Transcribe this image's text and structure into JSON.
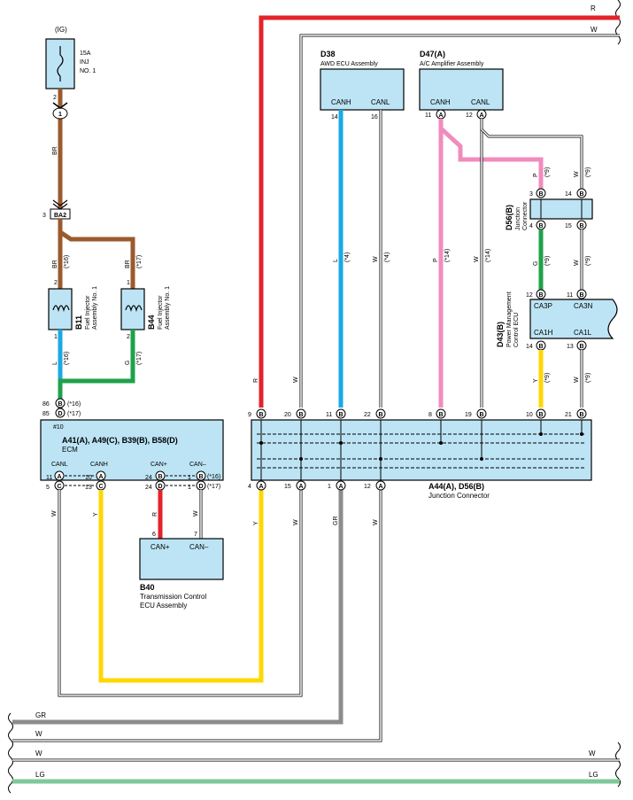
{
  "fuse": {
    "source": "(IG)",
    "rating": "15A",
    "name1": "INJ",
    "name2": "NO. 1",
    "pin": "2"
  },
  "labels": {
    "pin_1": "1",
    "pin_2": "2",
    "pin_3": "3",
    "pin_4": "4",
    "ba2": "BA2",
    "ba2_pin": "3",
    "a": "A",
    "b": "B",
    "c": "C",
    "d": "D"
  },
  "wires": {
    "br": "BR",
    "l": "L",
    "g": "G",
    "w": "W",
    "y": "Y",
    "r": "R",
    "p": "P",
    "gr": "GR",
    "lg": "LG",
    "br_sub_16": "(*16)",
    "br_sub_17": "(*17)",
    "sub_4": "(*4)",
    "sub_9": "(*9)",
    "sub_14": "(*14)"
  },
  "injectors": [
    {
      "id": "B11",
      "name1": "Fuel Injector",
      "name2": "Assembly No. 1"
    },
    {
      "id": "B44",
      "name1": "Fuel Injector",
      "name2": "Assembly No. 1"
    }
  ],
  "ecm": {
    "ref": "#10",
    "connectors": "A41(A), A49(C), B39(B), B58(D)",
    "name": "ECM",
    "pin86": "86",
    "pin85": "85",
    "pins": {
      "canl": "CANL",
      "canh": "CANH",
      "canp": "CAN+",
      "canm": "CAN–"
    },
    "p11": "11",
    "p5": "5",
    "p10": "10",
    "p13": "13",
    "p24": "24"
  },
  "tcm": {
    "id": "B40",
    "name1": "Transmission Control",
    "name2": "ECU Assembly",
    "canp": "CAN+",
    "canm": "CAN–",
    "pin6": "6",
    "pin7": "7"
  },
  "awd": {
    "id": "D38",
    "name": "AWD ECU Assembly",
    "canh": "CANH",
    "canl": "CANL",
    "pin14": "14",
    "pin16": "16"
  },
  "ac": {
    "id": "D47(A)",
    "name": "A/C Amplifier Assembly",
    "canh": "CANH",
    "canl": "CANL",
    "pin11": "11",
    "pin12": "12"
  },
  "jcs": {
    "id": "D56(B)",
    "name1": "Junction",
    "name2": "Connector",
    "pin14": "14",
    "pin15": "15"
  },
  "pm": {
    "id": "D43(B)",
    "name1": "Power Management",
    "name2": "Control ECU",
    "ca3p": "CA3P",
    "ca3n": "CA3N",
    "ca1h": "CA1H",
    "ca1l": "CA1L",
    "pin12": "12",
    "pin11": "11",
    "pin14": "14",
    "pin13": "13"
  },
  "jc": {
    "id": "A44(A), D56(B)",
    "name": "Junction Connector",
    "top": [
      "9",
      "20",
      "11",
      "22",
      "8",
      "19",
      "10",
      "21"
    ],
    "bottom": [
      "4",
      "15",
      "1",
      "12"
    ]
  }
}
